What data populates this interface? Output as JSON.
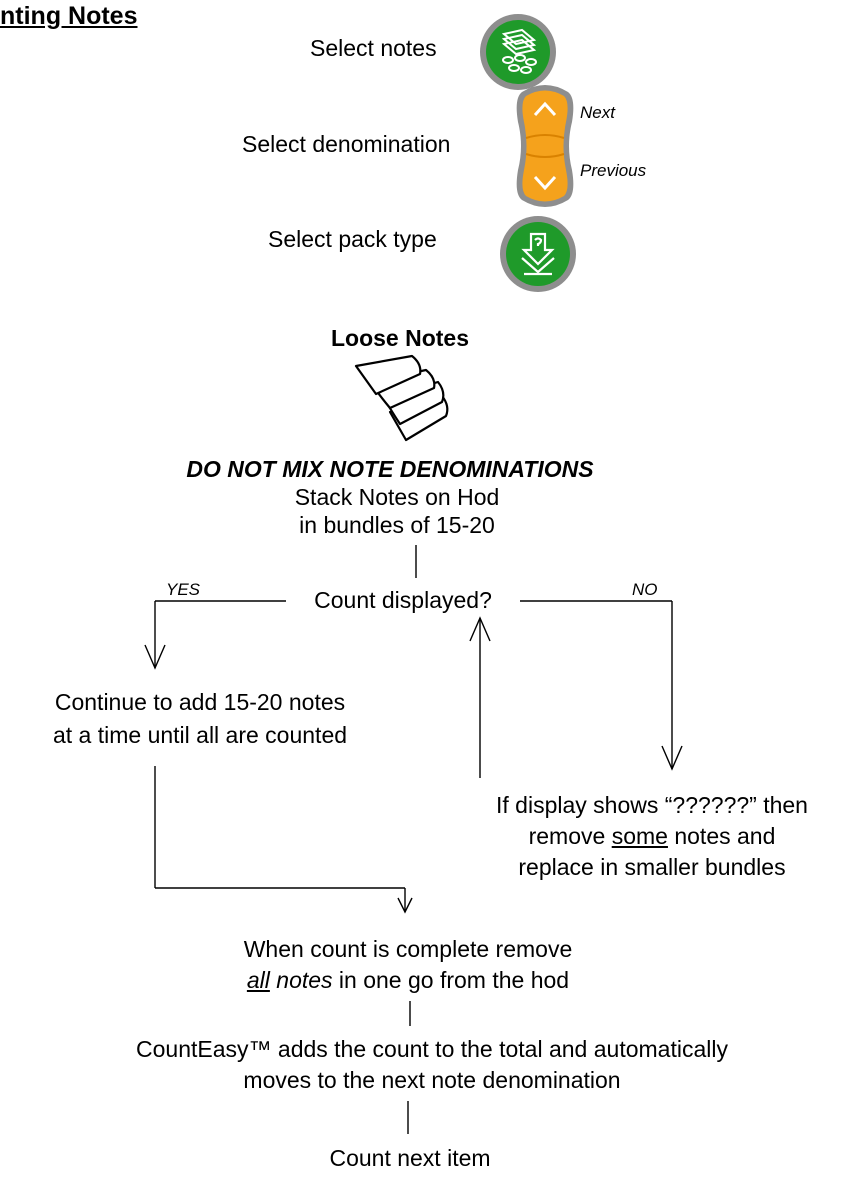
{
  "title": "nting Notes",
  "steps": {
    "select_notes": "Select notes",
    "select_denomination": "Select denomination",
    "next": "Next",
    "previous": "Previous",
    "select_pack_type": "Select pack type"
  },
  "loose_notes": {
    "heading": "Loose Notes",
    "warning": "DO NOT MIX NOTE DENOMINATIONS",
    "stack_line1": "Stack Notes on Hod",
    "stack_line2": "in bundles of 15-20"
  },
  "decision": {
    "question": "Count displayed?",
    "yes": "YES",
    "no": "NO"
  },
  "yes_branch": {
    "line1": "Continue to add 15-20 notes",
    "line2": "at a time until all are counted"
  },
  "no_branch": {
    "line1": "If display shows “??????” then",
    "line2_pre": "remove ",
    "line2_underlined": "some",
    "line2_post": " notes and",
    "line3": "replace in smaller bundles"
  },
  "complete": {
    "line1": "When count is complete remove",
    "line2_underlined": "all",
    "line2_italic": " notes",
    "line2_post": " in one go from the hod"
  },
  "counteasy": {
    "line1": "CountEasy™ adds the count to the total and automatically",
    "line2": "moves to the next note denomination"
  },
  "final": "Count next item",
  "colors": {
    "green_button": "#1f9a2a",
    "orange_button": "#f5a21c",
    "button_ring": "#8e8e8e"
  }
}
